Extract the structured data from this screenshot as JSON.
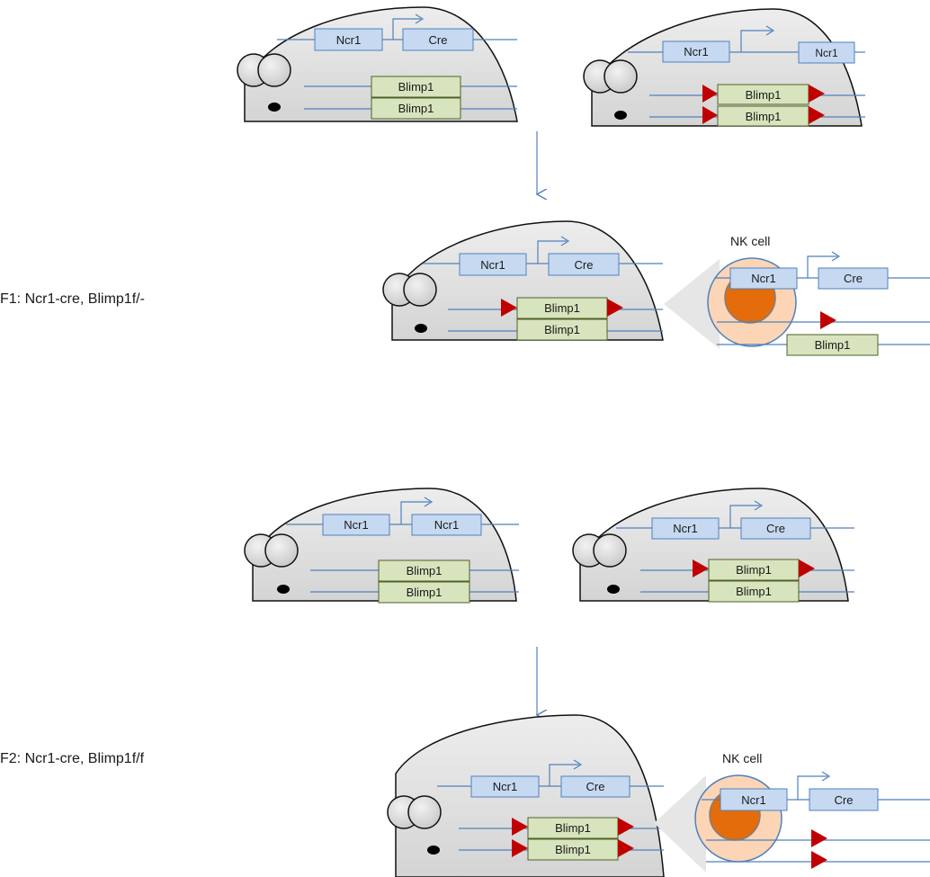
{
  "labels": {
    "f1": "F1: Ncr1-cre, Blimp1f/-",
    "f2": "F2: Ncr1-cre, Blimp1f/f",
    "nk_cell_1": "NK cell",
    "nk_cell_2": "NK cell"
  },
  "genes": {
    "ncr1": "Ncr1",
    "cre": "Cre",
    "blimp1": "Blimp1"
  },
  "colors": {
    "gene_box_blue": "#c6d9f1",
    "gene_box_blue_border": "#4f81bd",
    "gene_box_green": "#d7e4bd",
    "gene_box_green_border": "#4f6228",
    "loxp_red": "#c00000",
    "dna_line": "#4f81bd",
    "mouse_body": "#e3e3e3",
    "nk_outer": "#fbd5b5",
    "nk_nucleus": "#e46c0a",
    "arrow": "#4f81bd"
  }
}
